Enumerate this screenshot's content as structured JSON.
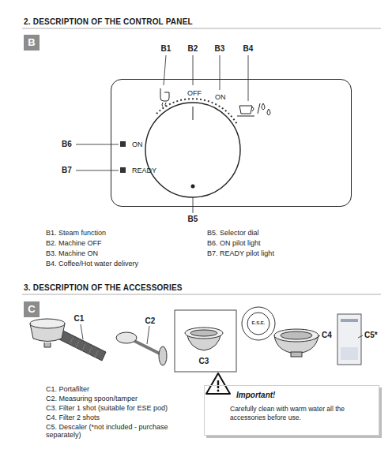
{
  "diagram": {
    "title": "2. DESCRIPTION OF THE CONTROL PANEL",
    "nodes": [
      {
        "text": [
          "B"
        ]
      },
      {
        "text": [
          "OFF",
          "ON",
          "ON",
          "READY"
        ]
      },
      {
        "text": [
          "C"
        ]
      },
      {
        "text": [
          "Important!",
          "Carefully clean with warm water all the accessories before use."
        ]
      }
    ],
    "labels": [
      "B1",
      "B2",
      "B3",
      "B4",
      "B6",
      "B7",
      "B5",
      "B1. Steam function",
      "B2. Machine OFF",
      "B3. Machine ON",
      "B4. Coffee/Hot water delivery",
      "B5. Selector dial",
      "B6. ON pilot light",
      "B7. READY pilot light",
      "3. DESCRIPTION OF THE ACCESSORIES",
      "C1",
      "C2",
      "C3",
      "C4",
      "C5*",
      "E.S.E.",
      "C1. Portafilter",
      "C2. Measuring spoon/tamper",
      "C3. Filter 1 shot (suitable for ESE pod)",
      "C4. Filter 2 shots",
      "C5. Descaler (*not included - purchase separately)"
    ]
  }
}
